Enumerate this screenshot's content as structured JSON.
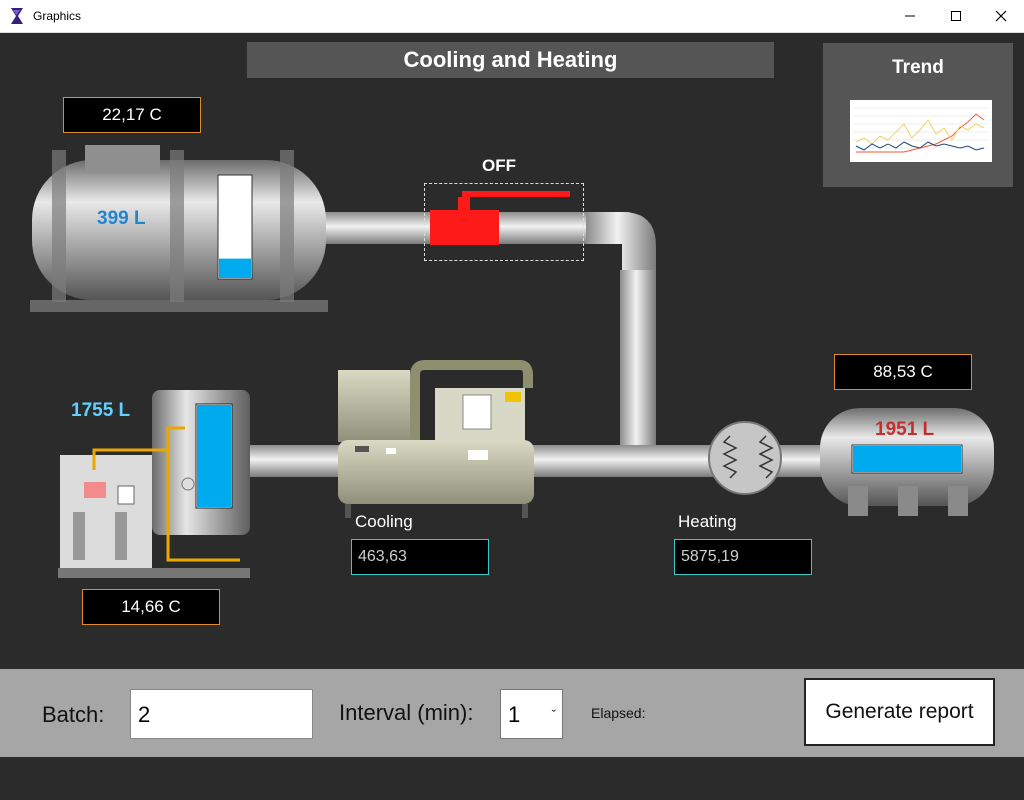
{
  "window": {
    "title": "Graphics"
  },
  "banner": {
    "title": "Cooling and Heating"
  },
  "trend": {
    "title": "Trend"
  },
  "top_tank": {
    "temperature": "22,17 C",
    "volume": "399 L",
    "level": 0.19,
    "volume_color": "#1f86d1"
  },
  "valve": {
    "state": "OFF",
    "color": "#ff1a1a"
  },
  "left_tank": {
    "volume": "1755 L",
    "temperature": "14,66 C",
    "level": 1.0,
    "volume_color": "#5fd2ff"
  },
  "right_tank": {
    "temperature": "88,53 C",
    "volume": "1951 L",
    "level": 1.0,
    "volume_color": "#c22f2f"
  },
  "cooling": {
    "label": "Cooling",
    "value": "463,63"
  },
  "heating": {
    "label": "Heating",
    "value": "5875,19"
  },
  "controls": {
    "batch_label": "Batch:",
    "batch_value": "2",
    "interval_label": "Interval (min):",
    "interval_value": "1",
    "elapsed_label": "Elapsed:",
    "report_button": "Generate report"
  },
  "icons": {
    "app": "app-logo-icon",
    "minimize": "minimize-icon",
    "maximize": "maximize-icon",
    "close": "close-icon",
    "heat_exchanger": "heat-exchanger-icon"
  }
}
